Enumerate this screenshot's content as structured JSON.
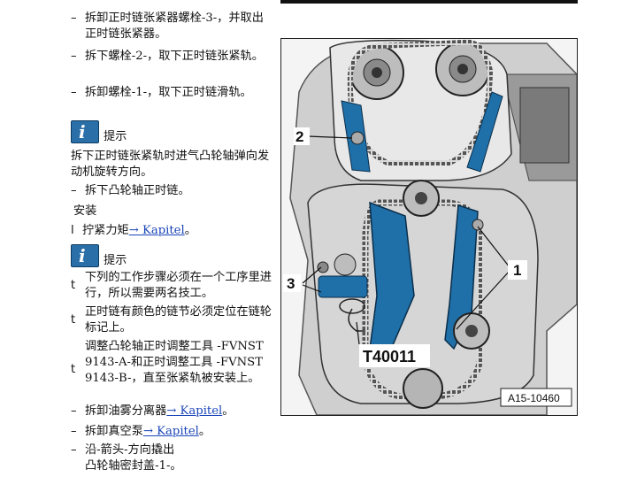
{
  "steps": [
    {
      "marker": "–",
      "text": "拆卸正时链张紧器螺栓-3-，并取出正时链张紧器。"
    },
    {
      "marker": "–",
      "text": "拆下螺栓-2-，取下正时链张紧轨。"
    },
    {
      "marker": "–",
      "text": "拆卸螺栓-1-，取下正时链滑轨。"
    }
  ],
  "hint1": {
    "label": "提示",
    "icon": "info-icon"
  },
  "note1": "拆下正时链张紧轨时进气凸轮轴弹向发动机旋转方向。",
  "step4": {
    "marker": "–",
    "text": "拆下凸轮轴正时链。"
  },
  "install_heading": "安装",
  "torque": {
    "marker": "l",
    "text": "拧紧力矩",
    "link": "→ Kapitel",
    "suffix": "。"
  },
  "hint2": {
    "label": "提示",
    "icon": "info-icon"
  },
  "bullets": [
    {
      "marker": "t",
      "text": "下列的工作步骤必须在一个工序里进行，所以需要两名技工。"
    },
    {
      "marker": "t",
      "text": "正时链有颜色的链节必须定位在链轮标记上。"
    },
    {
      "marker": "t",
      "text": "调整凸轮轴正时调整工具 -FVNST 9143-A-和正时调整工具 -FVNST 9143-B-，直至张紧轨被安装上。"
    }
  ],
  "steps2": [
    {
      "marker": "–",
      "text": "拆卸油雾分离器",
      "link": "→ Kapitel",
      "suffix": "。"
    },
    {
      "marker": "–",
      "text": "拆卸真空泵",
      "link": "→ Kapitel",
      "suffix": "。"
    },
    {
      "marker": "–",
      "text": "沿-箭头-方向撬出凸轮轴密封盖-1-。"
    }
  ],
  "figure": {
    "callouts": [
      "2",
      "3",
      "1"
    ],
    "tool_label": "T40011",
    "figure_id": "A15-10460",
    "colors": {
      "rail": "#1f6fa8",
      "metal": "#8c8c8c",
      "dark": "#3a3a3a"
    }
  }
}
